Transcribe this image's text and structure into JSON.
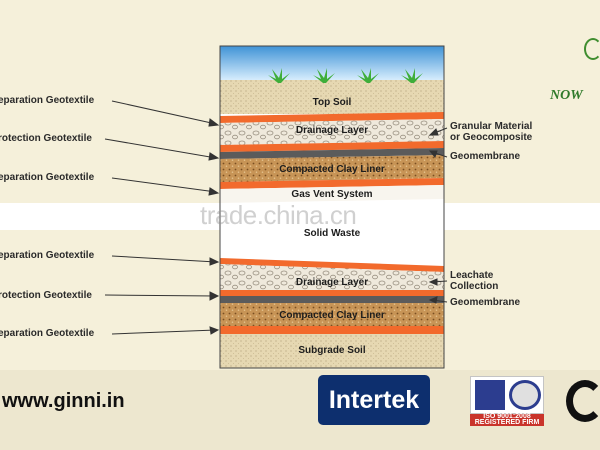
{
  "left_labels": [
    {
      "text": "Separation Geotextile",
      "display": "eparation Geotextile"
    },
    {
      "text": "Protection Geotextile",
      "display": "rotection Geotextile"
    },
    {
      "text": "Separation Geotextile",
      "display": "eparation Geotextile"
    },
    {
      "text": "Separation Geotextile",
      "display": "eparation Geotextile"
    },
    {
      "text": "Protection Geotextile",
      "display": "rotection Geotextile"
    },
    {
      "text": "Separation Geotextile",
      "display": "eparation Geotextile"
    }
  ],
  "right_labels": [
    {
      "line1": "Granular Material",
      "line2": "or Geocomposite"
    },
    {
      "line1": "Geomembrane",
      "line2": ""
    },
    {
      "line1": "Leachate",
      "line2": "Collection"
    },
    {
      "line1": "Geomembrane",
      "line2": ""
    }
  ],
  "layers": {
    "top_soil": "Top Soil",
    "drainage_top": "Drainage Layer",
    "clay_top": "Compacted Clay Liner",
    "gas_vent": "Gas Vent System",
    "solid_waste": "Solid Waste",
    "drainage_bottom": "Drainage Layer",
    "clay_bottom": "Compacted Clay Liner",
    "subgrade": "Subgrade Soil"
  },
  "colors": {
    "sky": "#5aa9dc",
    "soil": "#e6d8b2",
    "geotextile": "#f26a2c",
    "geomembrane": "#5b5b5b",
    "clay": "#c79456",
    "drainage": "#efe9dc",
    "palm": "#3fae3a"
  },
  "brand": {
    "name": "NOW"
  },
  "watermark": "trade.china.cn",
  "footer": {
    "website": "www.ginni.in",
    "intertek": "Intertek",
    "iso_line1": "ISO 9001:2008",
    "iso_line2": "REGISTERED FIRM"
  }
}
